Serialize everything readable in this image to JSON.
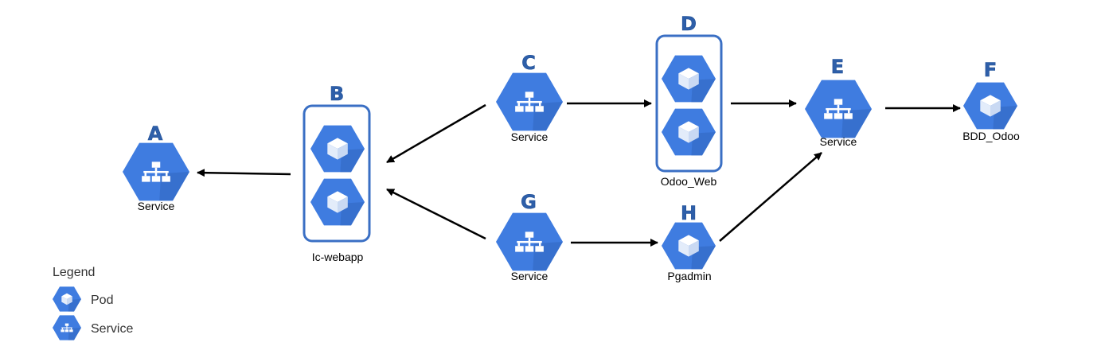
{
  "colors": {
    "hex_fill": "#3F7CE0",
    "hex_shade": "#2F62B9",
    "accent": "#2E5FA9",
    "group_border": "#3A6FC4",
    "arrow": "#000000"
  },
  "nodes": {
    "A": {
      "letter": "A",
      "label": "Service",
      "kind": "service"
    },
    "B": {
      "letter": "B",
      "label": "Ic-webapp",
      "kind": "pod-group"
    },
    "C": {
      "letter": "C",
      "label": "Service",
      "kind": "service"
    },
    "D": {
      "letter": "D",
      "label": "Odoo_Web",
      "kind": "pod-group"
    },
    "E": {
      "letter": "E",
      "label": "Service",
      "kind": "service"
    },
    "F": {
      "letter": "F",
      "label": "BDD_Odoo",
      "kind": "pod"
    },
    "G": {
      "letter": "G",
      "label": "Service",
      "kind": "service"
    },
    "H": {
      "letter": "H",
      "label": "Pgadmin",
      "kind": "pod"
    }
  },
  "edges": [
    {
      "from": "B",
      "to": "A"
    },
    {
      "from": "C",
      "to": "B"
    },
    {
      "from": "G",
      "to": "B"
    },
    {
      "from": "C",
      "to": "D"
    },
    {
      "from": "D",
      "to": "E"
    },
    {
      "from": "G",
      "to": "H"
    },
    {
      "from": "H",
      "to": "E"
    },
    {
      "from": "E",
      "to": "F"
    }
  ],
  "legend": {
    "title": "Legend",
    "items": [
      {
        "icon": "pod-icon",
        "label": "Pod"
      },
      {
        "icon": "service-icon",
        "label": "Service"
      }
    ]
  }
}
